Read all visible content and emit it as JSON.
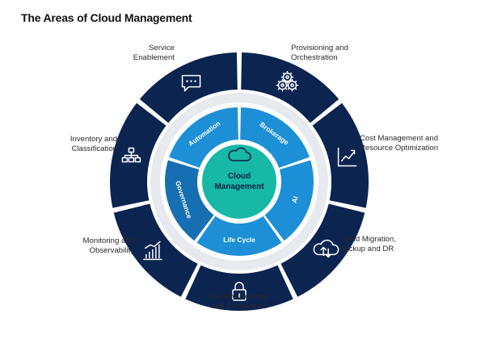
{
  "title": "The Areas of Cloud Management",
  "center": {
    "line1": "Cloud",
    "line2": "Management",
    "icon": "cloud-icon"
  },
  "inner_ring": [
    {
      "key": "brokerage",
      "label": "Brokerage"
    },
    {
      "key": "ai",
      "label": "AI"
    },
    {
      "key": "life-cycle",
      "label": "Life Cycle"
    },
    {
      "key": "governance",
      "label": "Governance"
    },
    {
      "key": "automation",
      "label": "Automation"
    }
  ],
  "outer_ring": [
    {
      "key": "provisioning",
      "lines": [
        "Provisioning and",
        "Orchestration"
      ],
      "icon": "gears-icon"
    },
    {
      "key": "cost",
      "lines": [
        "Cost Management and",
        "Resource Optimization"
      ],
      "icon": "trend-line-icon"
    },
    {
      "key": "migration",
      "lines": [
        "Cloud Migration,",
        "Backup and DR"
      ],
      "icon": "cloud-sync-icon"
    },
    {
      "key": "identity",
      "lines": [
        "Identity, Security",
        "and Compliance"
      ],
      "icon": "padlock-icon"
    },
    {
      "key": "monitoring",
      "lines": [
        "Monitoring and",
        "Observability"
      ],
      "icon": "bar-chart-icon"
    },
    {
      "key": "inventory",
      "lines": [
        "Inventory and",
        "Classification"
      ],
      "icon": "org-chart-icon"
    },
    {
      "key": "service",
      "lines": [
        "Service",
        "Enablement"
      ],
      "icon": "chat-icon"
    }
  ],
  "colors": {
    "outer": "#0b2450",
    "inner": "#1d8fd6",
    "inner_dark": "#176fb3",
    "center": "#17b8a6",
    "gap_ring": "#e6eaef"
  }
}
